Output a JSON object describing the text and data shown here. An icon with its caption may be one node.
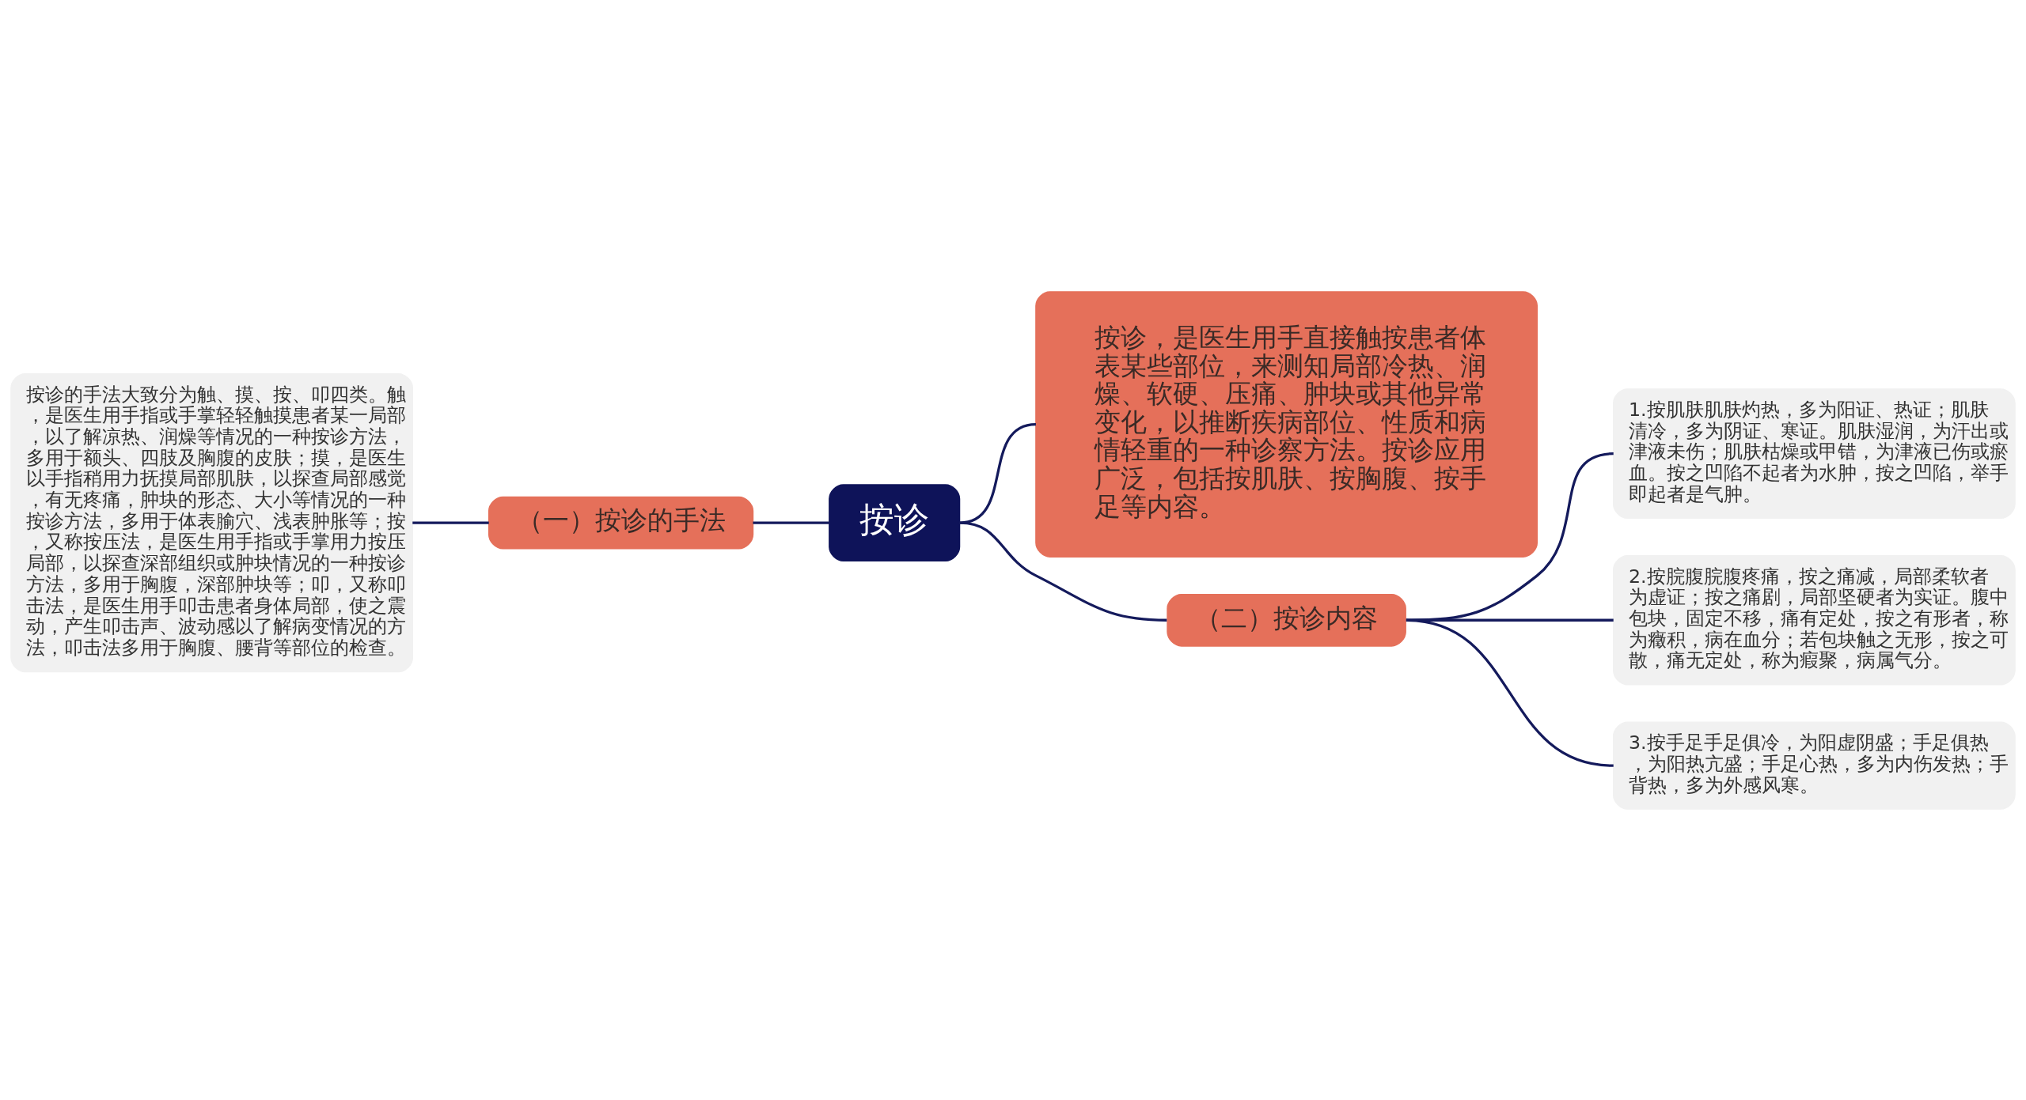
{
  "diagram": {
    "nodes": [
      {
        "text": [
          "按诊"
        ]
      },
      {
        "text": [
          "按诊，是医生用手直接触按患者体表某些部位，来测知局部冷热、润燥、软硬、压痛、肿块或其他异常变化，以推断疾病部位、性质和病情轻重的一种诊察方法。按诊应用广泛，包括按肌肤、按胸腹、按手足等内容。"
        ]
      },
      {
        "text": [
          "（一）按诊的手法"
        ]
      },
      {
        "text": [
          "按诊的手法大致分为触、摸、按、叩四类。触，是医生用手指或手掌轻轻触摸患者某一局部，以了解凉热、润燥等情况的一种按诊方法，多用于额头、四肢及胸腹的皮肤；摸，是医生以手指稍用力抚摸局部肌肤，以探查局部感觉，有无疼痛，肿块的形态、大小等情况的一种按诊方法，多用于体表腧穴、浅表肿胀等；按，又称按压法，是医生用手指或手掌用力按压局部，以探查深部组织或肿块情况的一种按诊方法，多用于胸腹，深部肿块等；叩，又称叩击法，是医生用手叩击患者身体局部，使之震动，产生叩击声、波动感以了解病变情况的方法，叩击法多用于胸腹、腰背等部位的检查。"
        ]
      },
      {
        "text": [
          "（二）按诊内容"
        ]
      },
      {
        "text": [
          "1.按肌肤肌肤灼热，多为阳证、热证；肌肤清冷，多为阴证、寒证。肌肤湿润，为汗出或津液未伤；肌肤枯燥或甲错，为津液已伤或瘀血。按之凹陷不起者为水肿，按之凹陷，举手即起者是气肿。"
        ]
      },
      {
        "text": [
          "2.按脘腹脘腹疼痛，按之痛减，局部柔软者为虚证；按之痛剧，局部坚硬者为实证。腹中包块，固定不移，痛有定处，按之有形者，称为癥积，病在血分；若包块触之无形，按之可散，痛无定处，称为瘕聚，病属气分。"
        ]
      },
      {
        "text": [
          "3.按手足手足俱冷，为阳虚阴盛；手足俱热，为阳热亢盛；手足心热，多为内伤发热；手背热，多为外感风寒。"
        ]
      }
    ],
    "edges": [
      {
        "from": 0,
        "to": 1,
        "arrow": "none"
      },
      {
        "from": 0,
        "to": 2,
        "arrow": "none"
      },
      {
        "from": 2,
        "to": 3,
        "arrow": "none"
      },
      {
        "from": 0,
        "to": 4,
        "arrow": "none"
      },
      {
        "from": 4,
        "to": 5,
        "arrow": "none"
      },
      {
        "from": 4,
        "to": 6,
        "arrow": "none"
      },
      {
        "from": 4,
        "to": 7,
        "arrow": "none"
      }
    ]
  }
}
